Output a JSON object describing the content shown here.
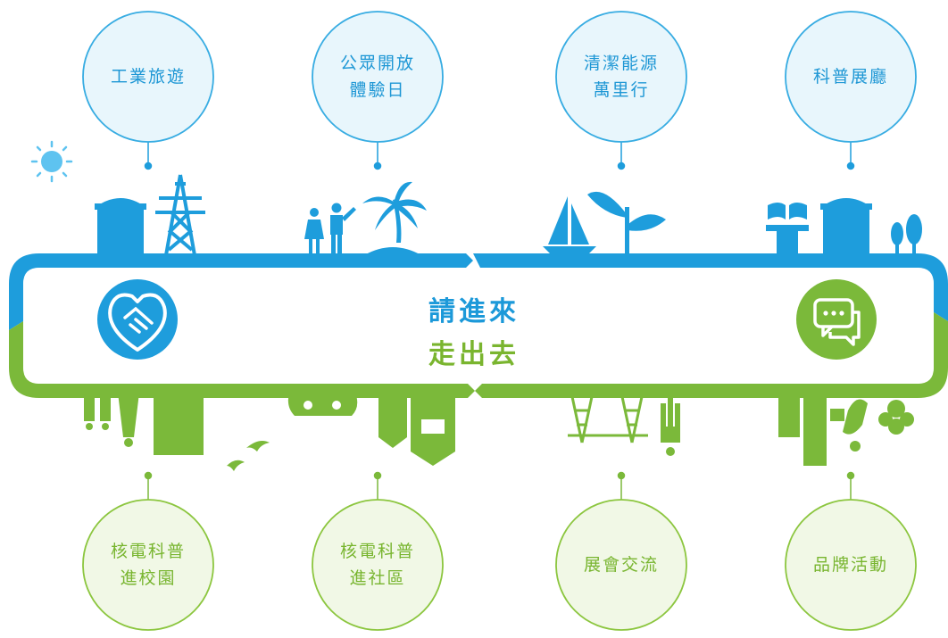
{
  "slogan": {
    "line1": "請進來",
    "line2": "走出去"
  },
  "top_items": [
    {
      "lines": [
        "工業旅遊"
      ]
    },
    {
      "lines": [
        "公眾開放",
        "體驗日"
      ]
    },
    {
      "lines": [
        "清潔能源",
        "萬里行"
      ]
    },
    {
      "lines": [
        "科普展廳"
      ]
    }
  ],
  "bottom_items": [
    {
      "lines": [
        "核電科普",
        "進校園"
      ]
    },
    {
      "lines": [
        "核電科普",
        "進社區"
      ]
    },
    {
      "lines": [
        "展會交流"
      ]
    },
    {
      "lines": [
        "品牌活動"
      ]
    }
  ],
  "colors": {
    "blue": "#1e9ddc",
    "blue_light_fill": "#e8f6fc",
    "blue_border": "#37ace2",
    "green": "#7bb93a",
    "green_light_fill": "#f1f8e6",
    "green_border": "#8cc63f",
    "sun": "#5ec3f0"
  },
  "icons": {
    "left_badge": "heart-handshake-icon",
    "right_badge": "chat-bubbles-icon"
  }
}
